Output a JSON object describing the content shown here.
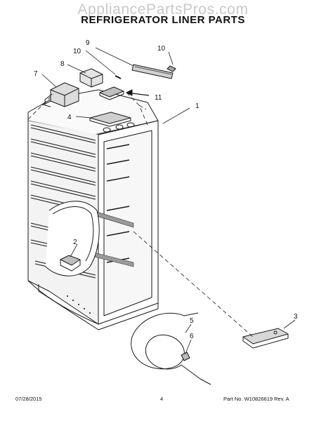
{
  "watermark": "AppliancePartsPros.com",
  "title": "REFRIGERATOR LINER PARTS",
  "callouts": [
    "1",
    "2",
    "3",
    "4",
    "5",
    "6",
    "7",
    "8",
    "9",
    "10",
    "10",
    "11"
  ],
  "footer": {
    "date": "07/28/2015",
    "page": "4",
    "part_no": "Part No. W10826619  Rev. A"
  }
}
